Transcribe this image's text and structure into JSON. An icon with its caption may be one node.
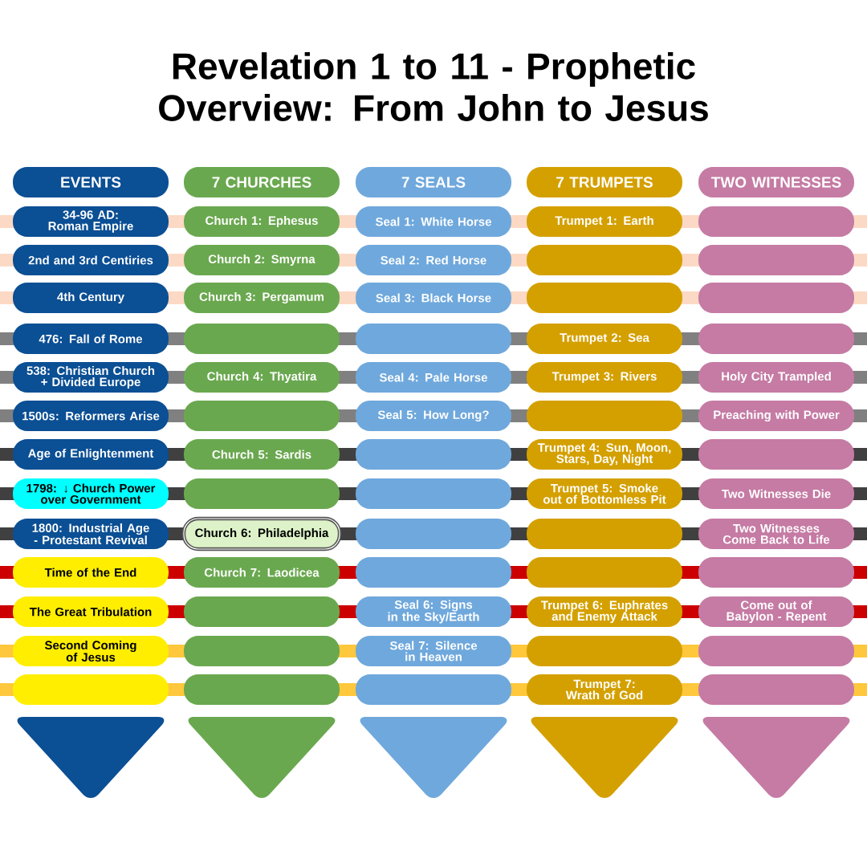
{
  "diagram": {
    "title": "Revelation 1 to 11 - Prophetic Overview: From John to Jesus",
    "nodes": [
      {
        "text": [
          "EVENTS"
        ]
      },
      {
        "text": [
          "7 CHURCHES"
        ]
      },
      {
        "text": [
          "7 SEALS"
        ]
      },
      {
        "text": [
          "7 TRUMPETS"
        ]
      },
      {
        "text": [
          "TWO WITNESSES"
        ]
      },
      {
        "text": [
          "34-96 AD: Roman Empire"
        ]
      },
      {
        "text": [
          "Church 1: Ephesus"
        ]
      },
      {
        "text": [
          "Seal 1: White Horse"
        ]
      },
      {
        "text": [
          "Trumpet 1: Earth"
        ]
      },
      {
        "text": [],
        "shape": "box"
      },
      {
        "text": [
          "2nd and 3rd Centiries"
        ]
      },
      {
        "text": [
          "Church 2: Smyrna"
        ]
      },
      {
        "text": [
          "Seal 2: Red Horse"
        ]
      },
      {
        "text": [],
        "shape": "box"
      },
      {
        "text": [],
        "shape": "box"
      },
      {
        "text": [
          "4th Century"
        ]
      },
      {
        "text": [
          "Church 3: Pergamum"
        ]
      },
      {
        "text": [
          "Seal 3: Black Horse"
        ]
      },
      {
        "text": [],
        "shape": "box"
      },
      {
        "text": [],
        "shape": "box"
      },
      {
        "text": [
          "476: Fall of Rome"
        ]
      },
      {
        "text": [],
        "shape": "box"
      },
      {
        "text": [],
        "shape": "box"
      },
      {
        "text": [
          "Trumpet 2: Sea"
        ]
      },
      {
        "text": [],
        "shape": "box"
      },
      {
        "text": [
          "538: Christian Church + Divided Europe"
        ]
      },
      {
        "text": [
          "Church 4: Thyatira"
        ]
      },
      {
        "text": [
          "Seal 4: Pale Horse"
        ]
      },
      {
        "text": [
          "Trumpet 3: Rivers"
        ]
      },
      {
        "text": [
          "Holy City Trampled"
        ]
      },
      {
        "text": [
          "1500s: Reformers Arise"
        ]
      },
      {
        "text": [],
        "shape": "box"
      },
      {
        "text": [
          "Seal 5: How Long?"
        ]
      },
      {
        "text": [],
        "shape": "box"
      },
      {
        "text": [
          "Preaching with Power"
        ]
      },
      {
        "text": [
          "Age of Enlightenment"
        ]
      },
      {
        "text": [
          "Church 5: Sardis"
        ]
      },
      {
        "text": [],
        "shape": "box"
      },
      {
        "text": [
          "Trumpet 4: Sun, Moon, Stars, Day, Night"
        ]
      },
      {
        "text": [],
        "shape": "box"
      },
      {
        "text": [
          "1798: ↓ Church Power over Government"
        ]
      },
      {
        "text": [],
        "shape": "box"
      },
      {
        "text": [],
        "shape": "box"
      },
      {
        "text": [
          "Trumpet 5: Smoke out of Bottomless Pit"
        ]
      },
      {
        "text": [
          "Two Witnesses Die"
        ]
      },
      {
        "text": [
          "1800: Industrial Age - Protestant Revival"
        ]
      },
      {
        "text": [
          "Church 6: Philadelphia"
        ]
      },
      {
        "text": [],
        "shape": "box"
      },
      {
        "text": [],
        "shape": "box"
      },
      {
        "text": [
          "Two Witnesses Come Back to Life"
        ]
      },
      {
        "text": [
          "Time of the End"
        ]
      },
      {
        "text": [
          "Church 7: Laodicea"
        ]
      },
      {
        "text": [],
        "shape": "box"
      },
      {
        "text": [],
        "shape": "box"
      },
      {
        "text": [],
        "shape": "box"
      },
      {
        "text": [
          "The Great Tribulation"
        ]
      },
      {
        "text": [],
        "shape": "box"
      },
      {
        "text": [
          "Seal 6: Signs in the Sky/Earth"
        ]
      },
      {
        "text": [
          "Trumpet 6: Euphrates and Enemy Attack"
        ]
      },
      {
        "text": [
          "Come out of Babylon - Repent"
        ]
      },
      {
        "text": [
          "Second Coming of Jesus"
        ]
      },
      {
        "text": [],
        "shape": "box"
      },
      {
        "text": [
          "Seal 7: Silence in Heaven"
        ]
      },
      {
        "text": [],
        "shape": "box"
      },
      {
        "text": [],
        "shape": "box"
      },
      {
        "text": [],
        "shape": "box"
      },
      {
        "text": [],
        "shape": "box"
      },
      {
        "text": [],
        "shape": "box"
      },
      {
        "text": [
          "Trumpet 7: Wrath of God"
        ]
      },
      {
        "text": [],
        "shape": "box"
      }
    ]
  }
}
